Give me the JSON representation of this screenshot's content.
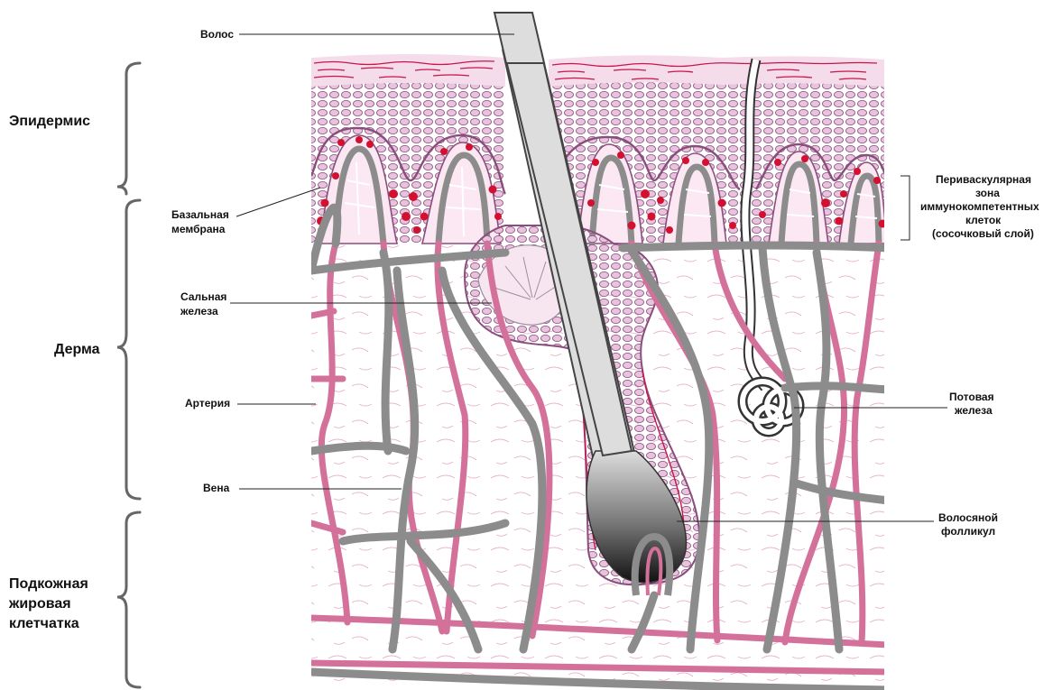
{
  "regions": {
    "epidermis": "Эпидермис",
    "dermis": "Дерма",
    "hypodermis": [
      "Подкожная",
      "жировая",
      "клетчатка"
    ]
  },
  "labels": {
    "hair": "Волос",
    "basal_membrane": [
      "Базальная",
      "мембрана"
    ],
    "sebaceous_gland": [
      "Сальная",
      "железа"
    ],
    "artery": "Артерия",
    "vein": "Вена",
    "perivascular_zone": [
      "Периваскулярная",
      "зона",
      "иммунокомпетентных",
      "клеток",
      "(сосочковый слой)"
    ],
    "sweat_gland": [
      "Потовая",
      "железа"
    ],
    "hair_follicle": [
      "Волосяной",
      "фолликул"
    ]
  },
  "colors": {
    "epidermis_fill": "#e9c3dd",
    "cell_stroke": "#8a4e7c",
    "surface_red": "#c8154a",
    "immune_cell": "#d3102f",
    "artery": "#d3719b",
    "vein": "#8c8c8c",
    "dermis_fiber": "#e6b0cc",
    "hair": "#dddddd"
  }
}
